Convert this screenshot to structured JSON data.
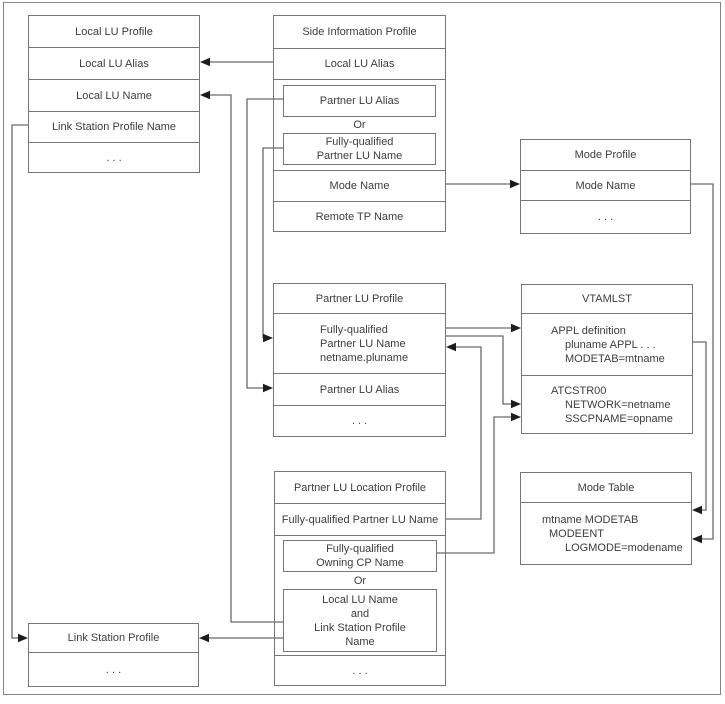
{
  "figure": {
    "description": "Profile relationship diagram for SNA LU 6.2 side information, partner LU, mode and VTAM definitions"
  },
  "colors": {
    "background": "#ffffff",
    "boxBorder": "#767676",
    "connector": "#6a6a6a",
    "arrowhead": "#1c1c1c",
    "text": "#3d3d3d",
    "frame": "#848484"
  },
  "labels": {
    "or": "Or",
    "ellipsis": ". . ."
  },
  "boxes": {
    "localLuProfile": {
      "title": "Local LU Profile",
      "localLuAlias": "Local LU Alias",
      "localLuName": "Local LU Name",
      "linkStationProfileName": "Link Station Profile Name"
    },
    "sideInformationProfile": {
      "title": "Side Information Profile",
      "localLuAlias": "Local LU Alias",
      "partnerLuAlias": "Partner LU Alias",
      "fqPartnerLuName1": "Fully-qualified",
      "fqPartnerLuName2": "Partner LU Name",
      "modeName": "Mode Name",
      "remoteTpName": "Remote TP Name"
    },
    "modeProfile": {
      "title": "Mode Profile",
      "modeName": "Mode Name"
    },
    "partnerLuProfile": {
      "title": "Partner LU Profile",
      "fqLine1": "Fully-qualified",
      "fqLine2": "Partner LU Name",
      "fqLine3": "netname.pluname",
      "partnerLuAlias": "Partner LU Alias"
    },
    "vtamlst": {
      "title": "VTAMLST",
      "applLine1": "APPL definition",
      "applLine2": "pluname APPL . . .",
      "applLine3": "MODETAB=mtname",
      "atcLine1": "ATCSTR00",
      "atcLine2": "NETWORK=netname",
      "atcLine3": "SSCPNAME=opname"
    },
    "partnerLuLocationProfile": {
      "title": "Partner LU Location Profile",
      "fqPartnerLuName": "Fully-qualified Partner LU Name",
      "owningCp1": "Fully-qualified",
      "owningCp2": "Owning CP Name",
      "localLine1": "Local LU Name",
      "localLine2": "and",
      "localLine3": "Link Station Profile",
      "localLine4": "Name"
    },
    "modeTable": {
      "title": "Mode Table",
      "line1": "mtname MODETAB",
      "line2": "MODEENT",
      "line3": "LOGMODE=modename"
    },
    "linkStationProfile": {
      "title": "Link Station Profile"
    }
  },
  "connections": [
    {
      "from": "Side Information Profile / Local LU Alias",
      "to": "Local LU Profile / Local LU Alias"
    },
    {
      "from": "Side Information Profile / Partner LU Alias",
      "to": "Partner LU Profile / Partner LU Alias"
    },
    {
      "from": "Side Information Profile / Fully-qualified Partner LU Name",
      "to": "Partner LU Profile / Fully-qualified Partner LU Name"
    },
    {
      "from": "Side Information Profile / Mode Name",
      "to": "Mode Profile / Mode Name"
    },
    {
      "from": "Partner LU Profile / Fully-qualified Partner LU Name",
      "to": "VTAMLST / APPL definition"
    },
    {
      "from": "Partner LU Profile / Fully-qualified Partner LU Name",
      "to": "VTAMLST / NETWORK=netname"
    },
    {
      "from": "Partner LU Location Profile / Fully-qualified Partner LU Name",
      "to": "Partner LU Profile / Fully-qualified Partner LU Name"
    },
    {
      "from": "Partner LU Location Profile / Fully-qualified Owning CP Name",
      "to": "VTAMLST / SSCPNAME=opname"
    },
    {
      "from": "VTAMLST / MODETAB=mtname",
      "to": "Mode Table / mtname MODETAB"
    },
    {
      "from": "Mode Profile / Mode Name",
      "to": "Mode Table / LOGMODE=modename"
    },
    {
      "from": "Local LU Profile / Link Station Profile Name",
      "to": "Link Station Profile"
    },
    {
      "from": "Partner LU Location Profile / Local LU Name and Link Station Profile Name",
      "to": "Local LU Profile / Local LU Name"
    },
    {
      "from": "Partner LU Location Profile / Local LU Name and Link Station Profile Name",
      "to": "Link Station Profile"
    }
  ]
}
